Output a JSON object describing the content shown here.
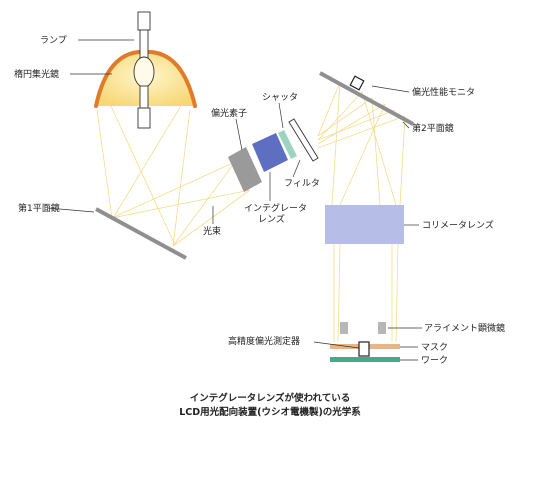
{
  "labels": {
    "lamp": "ランプ",
    "ellipsoidal_mirror": "楕円集光鏡",
    "first_mirror": "第1平面鏡",
    "beam": "光束",
    "polarizer": "偏光素子",
    "shutter": "シャッタ",
    "filter": "フィルタ",
    "integrator_line1": "インテグレータ",
    "integrator_line2": "レンズ",
    "monitor": "偏光性能モニタ",
    "second_mirror": "第2平面鏡",
    "collimator": "コリメータレンズ",
    "alignment_scope": "アライメント顕微鏡",
    "polarimeter": "高精度偏光測定器",
    "mask": "マスク",
    "work": "ワーク"
  },
  "caption": {
    "line1": "インテグレータレンズが使われている",
    "line2": "LCD用光配向装置(ウシオ電機製)の光学系"
  },
  "colors": {
    "mirror": "#8f8f8f",
    "reflector": "#e07b2a",
    "glow": "#fbe9a8",
    "beam": "#f3dc8c",
    "integrator": "#5e6fc1",
    "shutter": "#9dd3c0",
    "collimator": "#b6bde6",
    "mask": "#e8b48a",
    "work": "#3fae88",
    "alignment": "#b7b7b7",
    "polarizer": "#9a9a9a"
  }
}
